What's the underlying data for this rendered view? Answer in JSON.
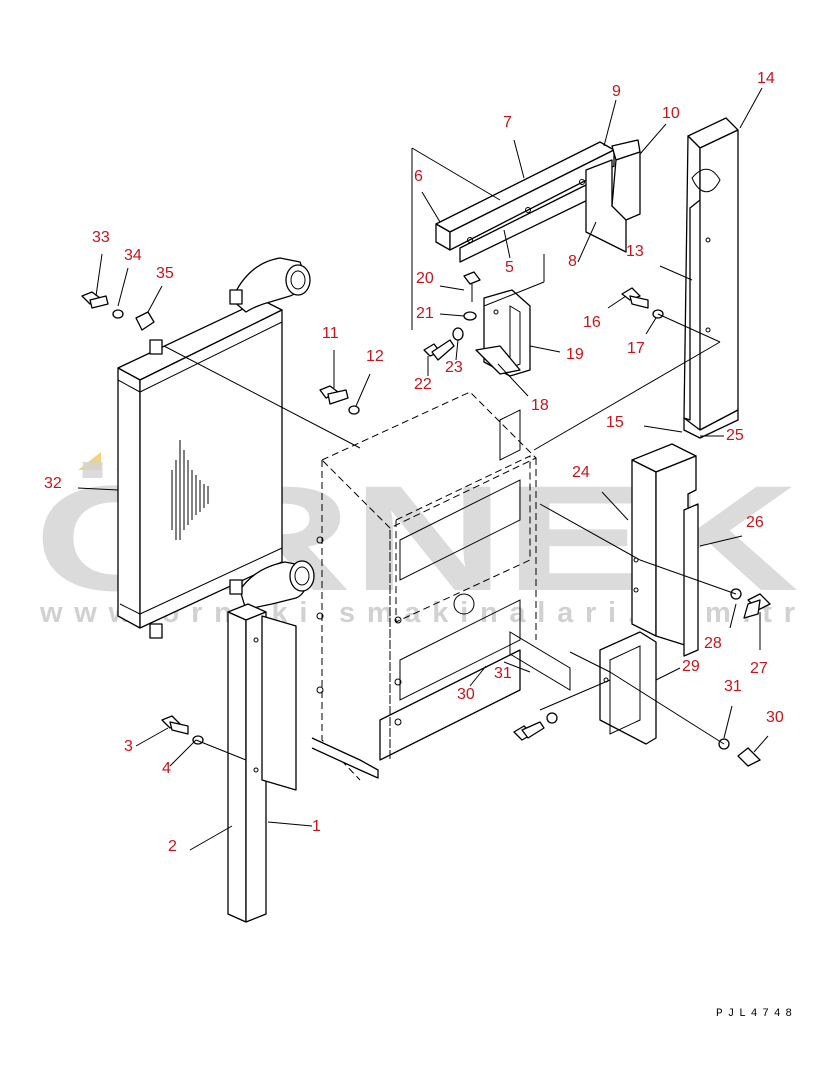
{
  "diagram_code": "PJL4748",
  "watermark": {
    "brand": "ÖRNEK",
    "url": "www.orneki smakinalari.com.tr"
  },
  "colors": {
    "callout": "#c8151b",
    "watermark": "#d3d3d3",
    "watermark_accent": "#f3d37a",
    "line": "#000000"
  },
  "callouts": [
    {
      "id": "c1",
      "text": "1"
    },
    {
      "id": "c2",
      "text": "2"
    },
    {
      "id": "c3",
      "text": "3"
    },
    {
      "id": "c4",
      "text": "4"
    },
    {
      "id": "c5",
      "text": "5"
    },
    {
      "id": "c6",
      "text": "6"
    },
    {
      "id": "c7",
      "text": "7"
    },
    {
      "id": "c8",
      "text": "8"
    },
    {
      "id": "c9",
      "text": "9"
    },
    {
      "id": "c10",
      "text": "10"
    },
    {
      "id": "c11",
      "text": "11"
    },
    {
      "id": "c12",
      "text": "12"
    },
    {
      "id": "c13",
      "text": "13"
    },
    {
      "id": "c14",
      "text": "14"
    },
    {
      "id": "c15",
      "text": "15"
    },
    {
      "id": "c16",
      "text": "16"
    },
    {
      "id": "c17",
      "text": "17"
    },
    {
      "id": "c18",
      "text": "18"
    },
    {
      "id": "c19",
      "text": "19"
    },
    {
      "id": "c20",
      "text": "20"
    },
    {
      "id": "c21",
      "text": "21"
    },
    {
      "id": "c22",
      "text": "22"
    },
    {
      "id": "c23",
      "text": "23"
    },
    {
      "id": "c24",
      "text": "24"
    },
    {
      "id": "c25",
      "text": "25"
    },
    {
      "id": "c26",
      "text": "26"
    },
    {
      "id": "c27",
      "text": "27"
    },
    {
      "id": "c28",
      "text": "28"
    },
    {
      "id": "c29",
      "text": "29"
    },
    {
      "id": "c30a",
      "text": "30"
    },
    {
      "id": "c30b",
      "text": "30"
    },
    {
      "id": "c31a",
      "text": "31"
    },
    {
      "id": "c31b",
      "text": "31"
    },
    {
      "id": "c32",
      "text": "32"
    },
    {
      "id": "c33",
      "text": "33"
    },
    {
      "id": "c34",
      "text": "34"
    },
    {
      "id": "c35",
      "text": "35"
    }
  ]
}
